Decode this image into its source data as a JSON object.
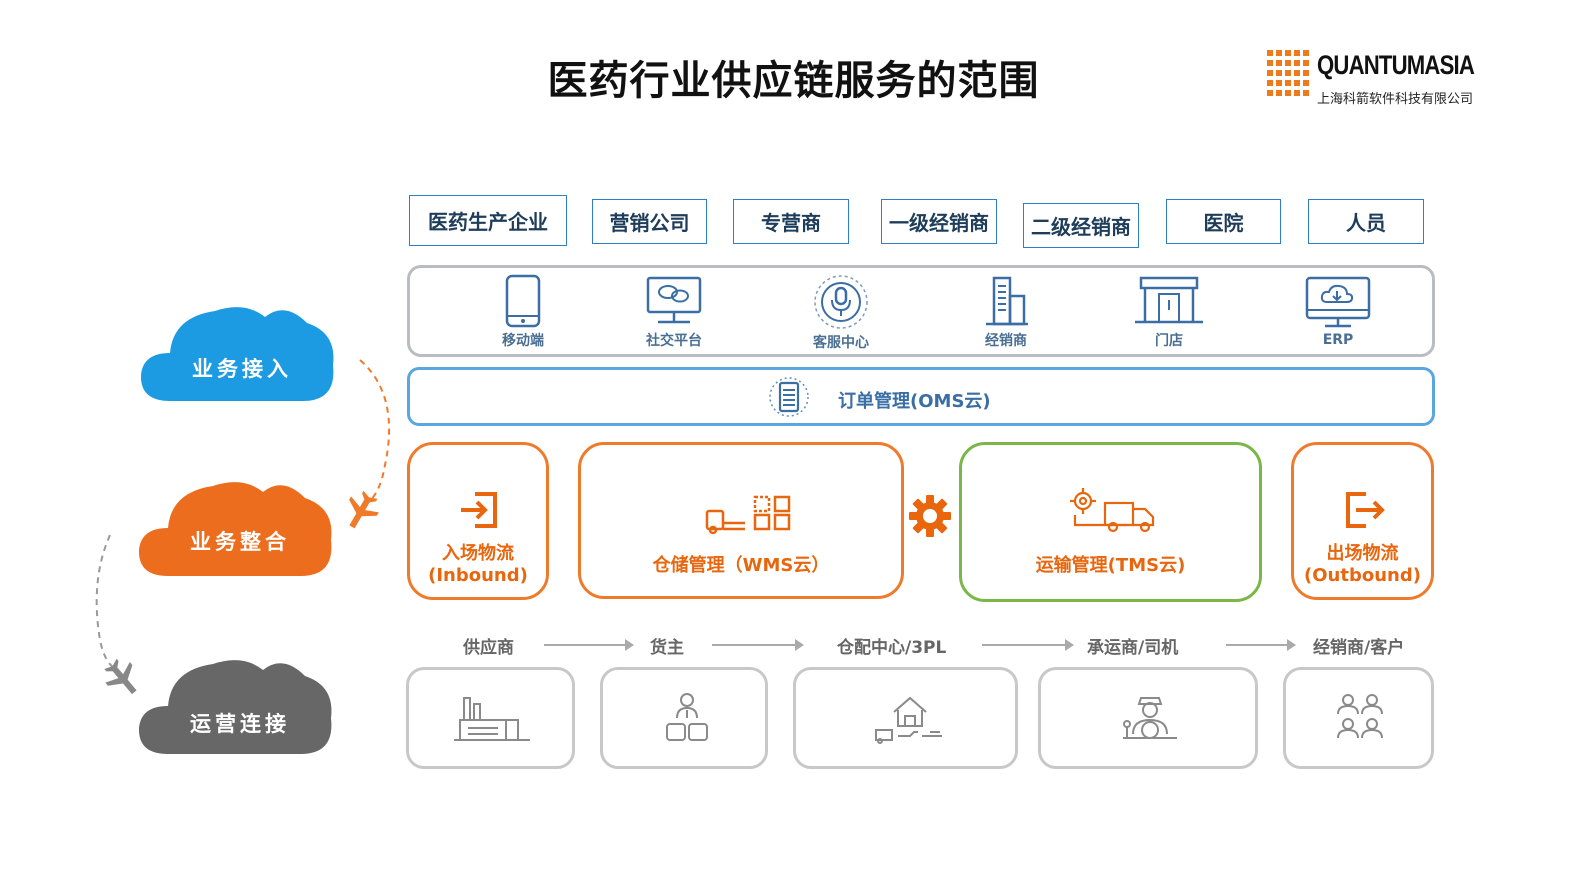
{
  "title": "医药行业供应链服务的范围",
  "logo": {
    "brand": "QUANTUMASIA",
    "company": "上海科箭软件科技有限公司"
  },
  "stakeholders": [
    "医药生产企业",
    "营销公司",
    "专营商",
    "一级经销商",
    "二级经销商",
    "医院",
    "人员"
  ],
  "channels": [
    {
      "label": "移动端",
      "icon": "mobile-icon"
    },
    {
      "label": "社交平台",
      "icon": "chat-monitor-icon"
    },
    {
      "label": "客服中心",
      "icon": "microphone-icon"
    },
    {
      "label": "经销商",
      "icon": "building-icon"
    },
    {
      "label": "门店",
      "icon": "storefront-icon"
    },
    {
      "label": "ERP",
      "icon": "cloud-monitor-icon"
    }
  ],
  "oms": {
    "label": "订单管理(OMS云)",
    "icon": "server-icon"
  },
  "logistics": {
    "inbound": {
      "line1": "入场物流",
      "line2": "(Inbound)",
      "icon": "enter-icon"
    },
    "wms": {
      "label": "仓储管理（WMS云）",
      "icon": "warehouse-truck-icon"
    },
    "tms": {
      "label": "运输管理(TMS云)",
      "icon": "gear-truck-icon"
    },
    "outbound": {
      "line1": "出场物流",
      "line2": "(Outbound)",
      "icon": "exit-icon"
    }
  },
  "operations": [
    "供应商",
    "货主",
    "仓配中心/3PL",
    "承运商/司机",
    "经销商/客户"
  ],
  "clouds": [
    {
      "label": "业务接入",
      "color": "#1d9be2"
    },
    {
      "label": "业务整合",
      "color": "#ed6d1f"
    },
    {
      "label": "运营连接",
      "color": "#676767"
    }
  ],
  "colors": {
    "orange": "#ef7a2a",
    "green": "#7ab648",
    "blue": "#5aa7df",
    "gray": "#c8c8c8"
  }
}
